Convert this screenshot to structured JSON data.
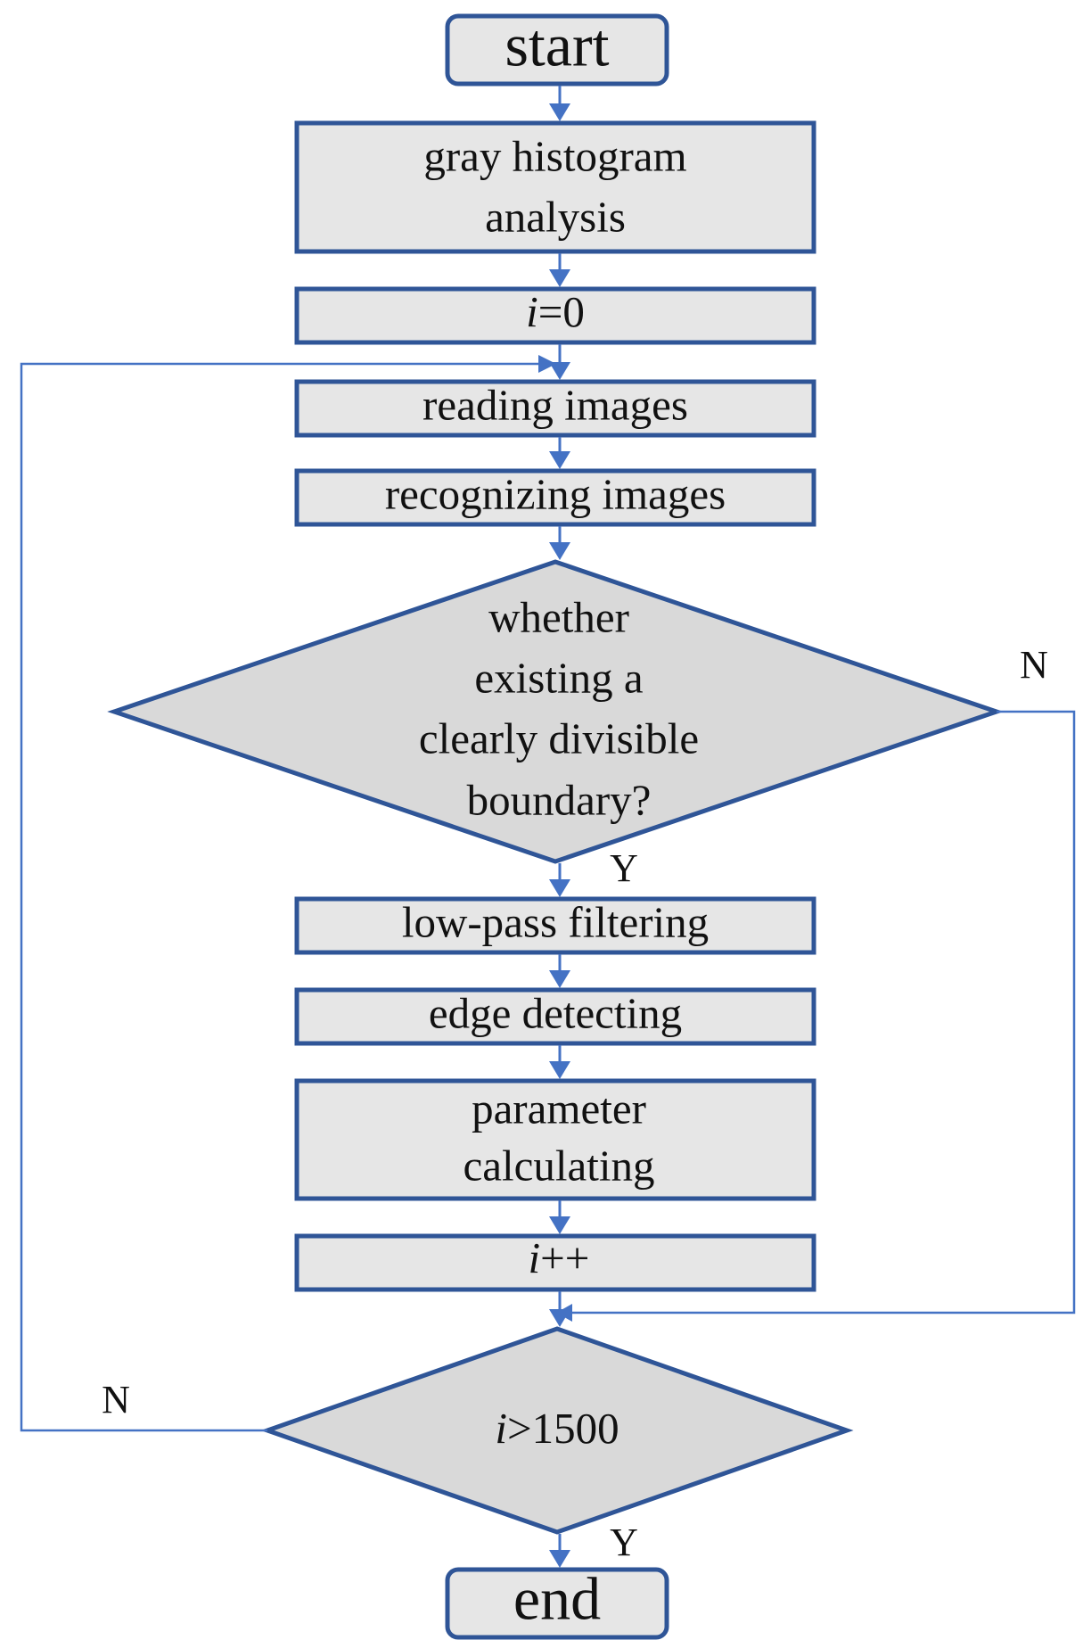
{
  "nodes": {
    "start": "start",
    "gray_histogram": [
      "gray histogram",
      "analysis"
    ],
    "init": {
      "var": "i",
      "rest": "=0"
    },
    "reading": "reading images",
    "recognizing": "recognizing images",
    "decision_boundary": [
      "whether",
      "existing a",
      "clearly divisible",
      "boundary?"
    ],
    "lowpass": "low-pass filtering",
    "edge": "edge detecting",
    "parameter": [
      "parameter",
      "calculating"
    ],
    "increment": {
      "var": "i",
      "rest": "++"
    },
    "decision_count": {
      "var": "i",
      "rest": ">1500"
    },
    "end": "end"
  },
  "edge_labels": {
    "boundary_no": "N",
    "boundary_yes": "Y",
    "count_no": "N",
    "count_yes": "Y"
  },
  "colors": {
    "node_border": "#2f5597",
    "arrow": "#4472c4",
    "box_fill": "#e6e6e6",
    "diamond_fill": "#d9d9d9"
  }
}
